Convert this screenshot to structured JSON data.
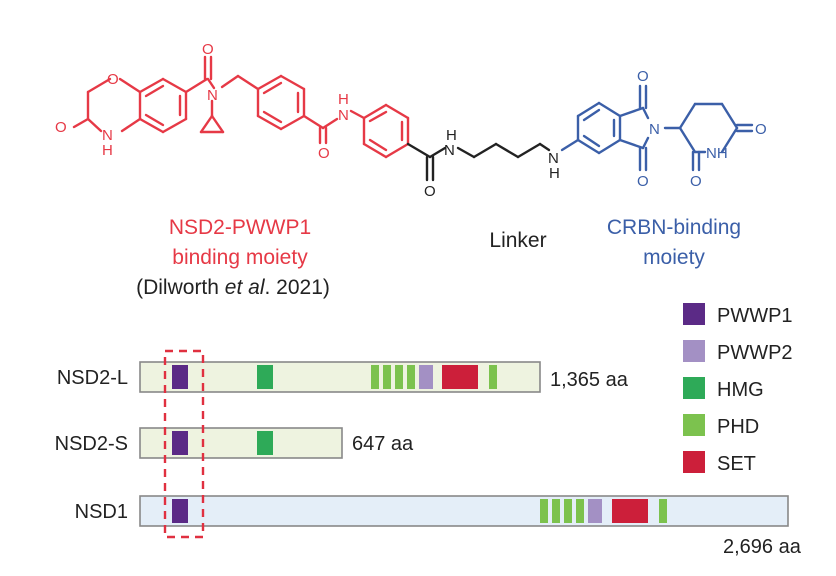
{
  "colors": {
    "red": "#e63946",
    "blue": "#3b5fa8",
    "black": "#222222",
    "pwwp1": "#5b2a86",
    "pwwp2": "#a390c4",
    "hmg": "#2eaa58",
    "phd": "#7cc24e",
    "set": "#cc1f3a",
    "nsd2_fill": "#eef3e0",
    "nsd1_fill": "#e4eef8",
    "box_stroke": "#888888",
    "dashed": "#e03040"
  },
  "molecule": {
    "red_label_line1": "NSD2-PWWP1",
    "red_label_line2": "binding moiety",
    "citation_prefix": "(Dilworth ",
    "citation_italic": "et al",
    "citation_suffix": ". 2021)",
    "linker_label": "Linker",
    "blue_label_line1": "CRBN-binding",
    "blue_label_line2": "moiety",
    "atoms": {
      "O": "O",
      "N": "N",
      "H": "H",
      "NH": "NH"
    }
  },
  "legend": [
    {
      "label": "PWWP1",
      "color_key": "pwwp1",
      "icon": "purple-square"
    },
    {
      "label": "PWWP2",
      "color_key": "pwwp2",
      "icon": "lavender-square"
    },
    {
      "label": "HMG",
      "color_key": "hmg",
      "icon": "green-square"
    },
    {
      "label": "PHD",
      "color_key": "phd",
      "icon": "lightgreen-square"
    },
    {
      "label": "SET",
      "color_key": "set",
      "icon": "red-square"
    }
  ],
  "proteins": [
    {
      "name": "NSD2-L",
      "length_label": "1,365 aa",
      "fill_key": "nsd2_fill",
      "domains": [
        {
          "type": "pwwp1"
        },
        {
          "type": "hmg"
        },
        {
          "type": "phd"
        },
        {
          "type": "phd"
        },
        {
          "type": "phd"
        },
        {
          "type": "phd"
        },
        {
          "type": "pwwp2"
        },
        {
          "type": "set"
        },
        {
          "type": "phd"
        }
      ]
    },
    {
      "name": "NSD2-S",
      "length_label": "647 aa",
      "fill_key": "nsd2_fill",
      "domains": [
        {
          "type": "pwwp1"
        },
        {
          "type": "hmg"
        }
      ]
    },
    {
      "name": "NSD1",
      "length_label": "2,696 aa",
      "fill_key": "nsd1_fill",
      "domains": [
        {
          "type": "pwwp1"
        },
        {
          "type": "phd"
        },
        {
          "type": "phd"
        },
        {
          "type": "phd"
        },
        {
          "type": "phd"
        },
        {
          "type": "pwwp2"
        },
        {
          "type": "set"
        },
        {
          "type": "phd"
        }
      ]
    }
  ]
}
